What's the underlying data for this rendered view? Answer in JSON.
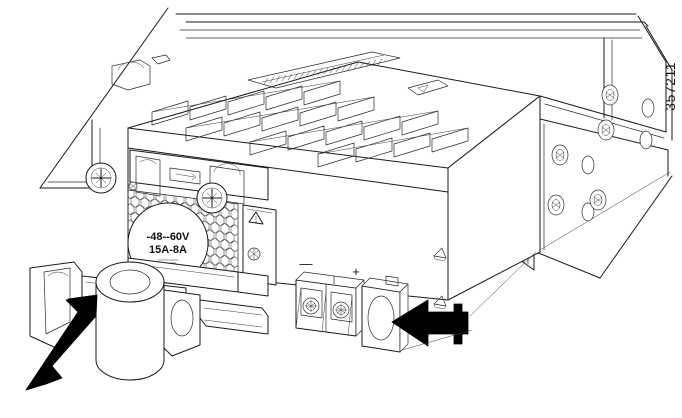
{
  "figure": {
    "number": "357211",
    "subject": "dc-power-supply-module-removal",
    "background_color": "#ffffff",
    "line_color": "#1a1a1a",
    "arrow_color": "#000000"
  },
  "labels": {
    "rating_line1": "-48--60V",
    "rating_line2": "15A-8A",
    "rating_line3": "",
    "polarity_negative": "—",
    "polarity_positive": "+",
    "warning_symbol": "⚠"
  },
  "callouts": {
    "removal_arrow": "pull-out-direction",
    "insert_arrow": "release-latch-direction"
  },
  "components": {
    "chassis": "equipment-chassis",
    "psu_module": "dc-power-supply-module",
    "handle": "pull-handle",
    "grille": "honeycomb-vent-grille",
    "terminal_block": "dc-terminal-block",
    "safety_cover": "terminal-safety-cover",
    "top_vents": "top-vent-louvers",
    "emi_gasket": "emi-gasket-strip"
  }
}
